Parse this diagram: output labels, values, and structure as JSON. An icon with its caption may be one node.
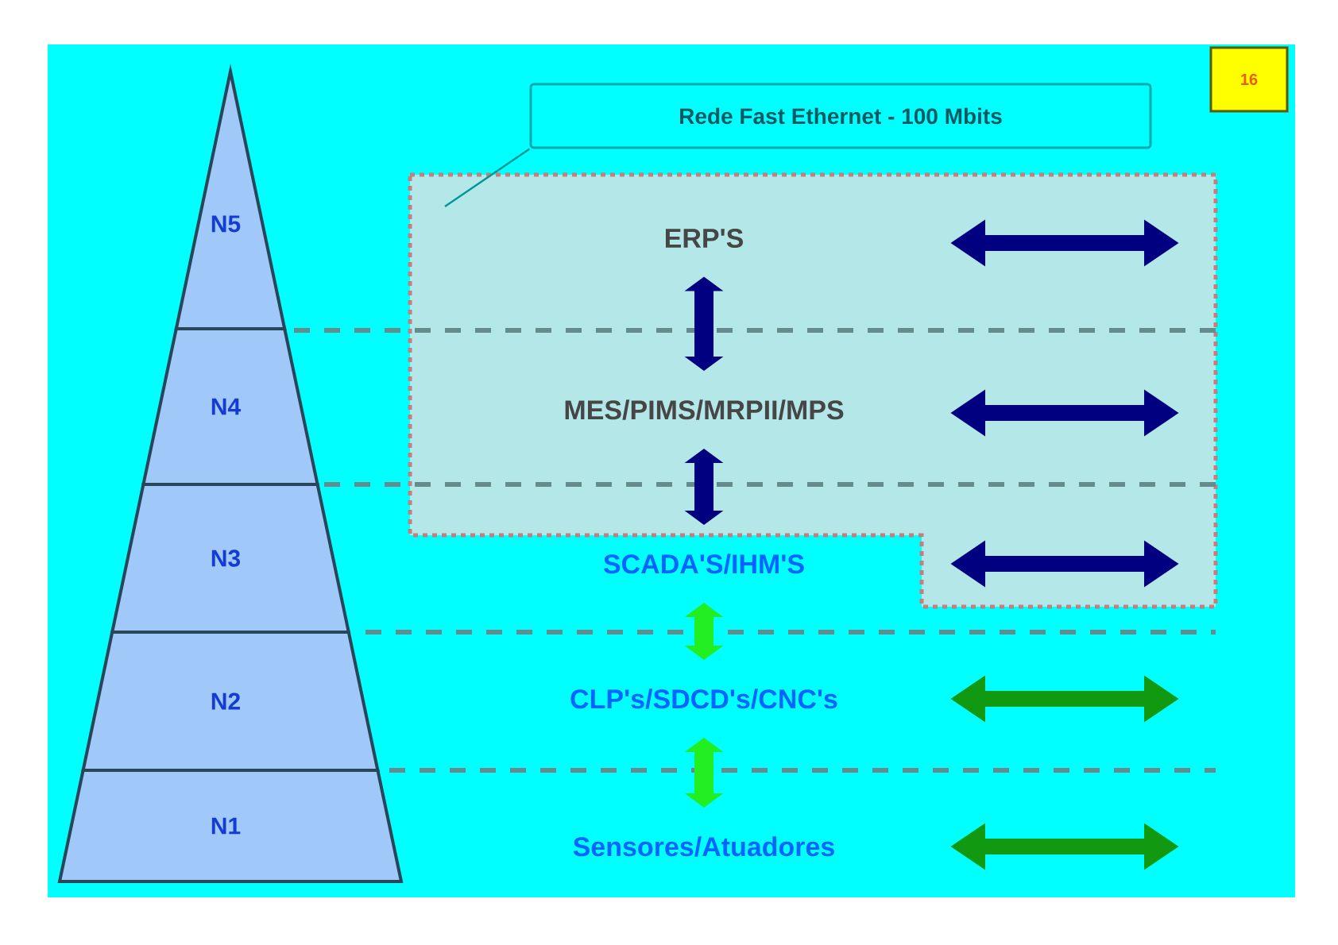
{
  "diagram": {
    "nodes": [
      {
        "text": [
          "Rede Fast Ethernet - 100 Mbits"
        ]
      },
      {
        "text": [
          "16"
        ]
      },
      {
        "text": [
          "N5"
        ]
      },
      {
        "text": [
          "N4"
        ]
      },
      {
        "text": [
          "N3"
        ]
      },
      {
        "text": [
          "N2"
        ]
      },
      {
        "text": [
          "N1"
        ]
      },
      {
        "text": [],
        "shape": "box"
      },
      {
        "text": [
          "ERP'S"
        ],
        "in": 7
      },
      {
        "text": [
          "MES/PIMS/MRPII/MPS"
        ],
        "in": 7
      },
      {
        "text": [
          "SCADA'S/IHM'S"
        ]
      },
      {
        "text": [
          "CLP's/SDCD's/CNC's"
        ]
      },
      {
        "text": [
          "Sensores/Atuadores"
        ]
      }
    ],
    "edges": [
      {
        "from": 0,
        "to": 7,
        "arrow": "none",
        "color": "#009696"
      },
      {
        "from": 8,
        "to": 9,
        "arrow": "both",
        "color": "#000080"
      },
      {
        "from": 9,
        "to": 10,
        "arrow": "both",
        "color": "#000080"
      },
      {
        "from": 10,
        "to": 11,
        "arrow": "both",
        "color": "#22ee22"
      },
      {
        "from": 11,
        "to": 12,
        "arrow": "both",
        "color": "#22ee22"
      }
    ]
  }
}
